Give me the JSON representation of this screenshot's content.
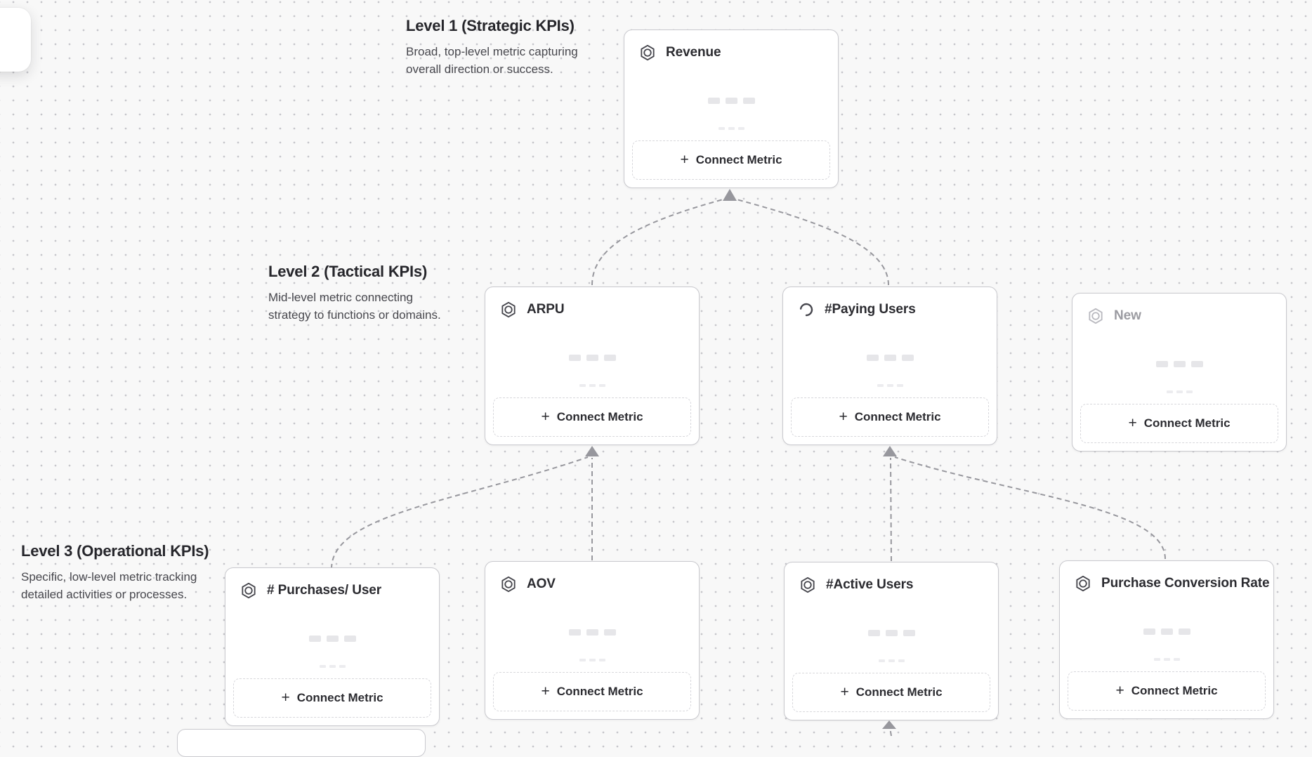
{
  "ui": {
    "connect_metric_label": "Connect Metric",
    "plus_glyph": "+"
  },
  "levels": {
    "level1": {
      "title": "Level 1 (Strategic KPIs)",
      "description": "Broad, top-level metric capturing\noverall direction or success."
    },
    "level2": {
      "title": "Level 2 (Tactical KPIs)",
      "description": "Mid-level metric connecting\nstrategy to functions or domains."
    },
    "level3": {
      "title": "Level 3 (Operational KPIs)",
      "description": "Specific, low-level metric tracking\ndetailed activities or processes."
    }
  },
  "cards": {
    "revenue": {
      "title": "Revenue",
      "level": 1,
      "icon": "hexagon-metric",
      "state": "default"
    },
    "arpu": {
      "title": "ARPU",
      "level": 2,
      "icon": "hexagon-metric",
      "state": "default"
    },
    "paying_users": {
      "title": "#Paying Users",
      "level": 2,
      "icon": "loading-spinner",
      "state": "loading"
    },
    "new": {
      "title": "New",
      "level": 2,
      "icon": "hexagon-metric",
      "state": "placeholder"
    },
    "purchases_per_user": {
      "title": "# Purchases/ User",
      "level": 3,
      "icon": "hexagon-metric",
      "state": "default"
    },
    "aov": {
      "title": "AOV",
      "level": 3,
      "icon": "hexagon-metric",
      "state": "default"
    },
    "active_users": {
      "title": "#Active Users",
      "level": 3,
      "icon": "hexagon-metric",
      "state": "default"
    },
    "purchase_conversion_rate": {
      "title": "Purchase Conversion Rate",
      "level": 3,
      "icon": "hexagon-metric",
      "state": "default"
    }
  },
  "connections": [
    {
      "from": "ARPU",
      "to": "Revenue"
    },
    {
      "from": "#Paying Users",
      "to": "Revenue"
    },
    {
      "from": "# Purchases/ User",
      "to": "ARPU"
    },
    {
      "from": "AOV",
      "to": "ARPU"
    },
    {
      "from": "#Active Users",
      "to": "#Paying Users"
    },
    {
      "from": "Purchase Conversion Rate",
      "to": "#Paying Users"
    },
    {
      "from": "(offscreen card below)",
      "to": "#Active Users"
    }
  ],
  "colors": {
    "canvas_bg": "#f8f8f8",
    "canvas_dot": "#c6c6cb",
    "card_border": "#c9c9ce",
    "text_primary": "#2b2b30",
    "text_secondary": "#47474d",
    "text_muted": "#9b9ba1",
    "skeleton": "#e6e6e9",
    "connector": "#97979d"
  }
}
